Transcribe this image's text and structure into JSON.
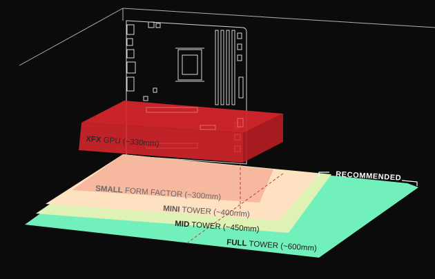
{
  "gpu": {
    "brand": "XFX",
    "text": " GPU (~330mm)",
    "color": "#d8262b"
  },
  "recommended_label": "RECOMMENDED",
  "zones": [
    {
      "bold": "FULL",
      "text": " TOWER (~600mm)",
      "color": "#72f0bc"
    },
    {
      "bold": "MID",
      "text": " TOWER (~450mm)",
      "color": "#def2b6"
    },
    {
      "bold": "MINI",
      "text": " TOWER (~400mm)",
      "color": "#fde1c1"
    },
    {
      "bold": "SMALL",
      "text": " FORM FACTOR (~300mm)",
      "color": "#f6b89f"
    }
  ]
}
